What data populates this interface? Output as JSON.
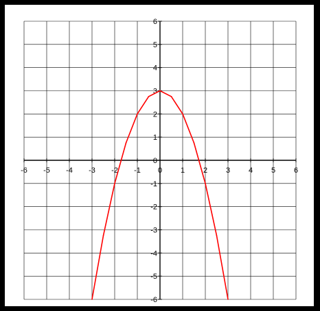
{
  "chart_data": {
    "type": "line",
    "title": "",
    "xlabel": "",
    "ylabel": "",
    "xlim": [
      -6,
      6
    ],
    "ylim": [
      -6,
      6
    ],
    "grid": true,
    "x_ticks": [
      "-6",
      "-5",
      "-4",
      "-3",
      "-2",
      "-1",
      "0",
      "1",
      "2",
      "3",
      "4",
      "5",
      "6"
    ],
    "y_ticks": [
      "6",
      "5",
      "4",
      "3",
      "2",
      "1",
      "0",
      "-1",
      "-2",
      "-3",
      "-4",
      "-5",
      "-6"
    ],
    "series": [
      {
        "color": "#ff0000",
        "x": [
          -3,
          -2.5,
          -2,
          -1.5,
          -1,
          -0.5,
          0,
          0.5,
          1,
          1.5,
          2,
          2.5,
          3
        ],
        "y": [
          -6,
          -3.25,
          -1,
          0.75,
          2,
          2.75,
          3,
          2.75,
          2,
          0.75,
          -1,
          -3.25,
          -6
        ]
      }
    ]
  }
}
